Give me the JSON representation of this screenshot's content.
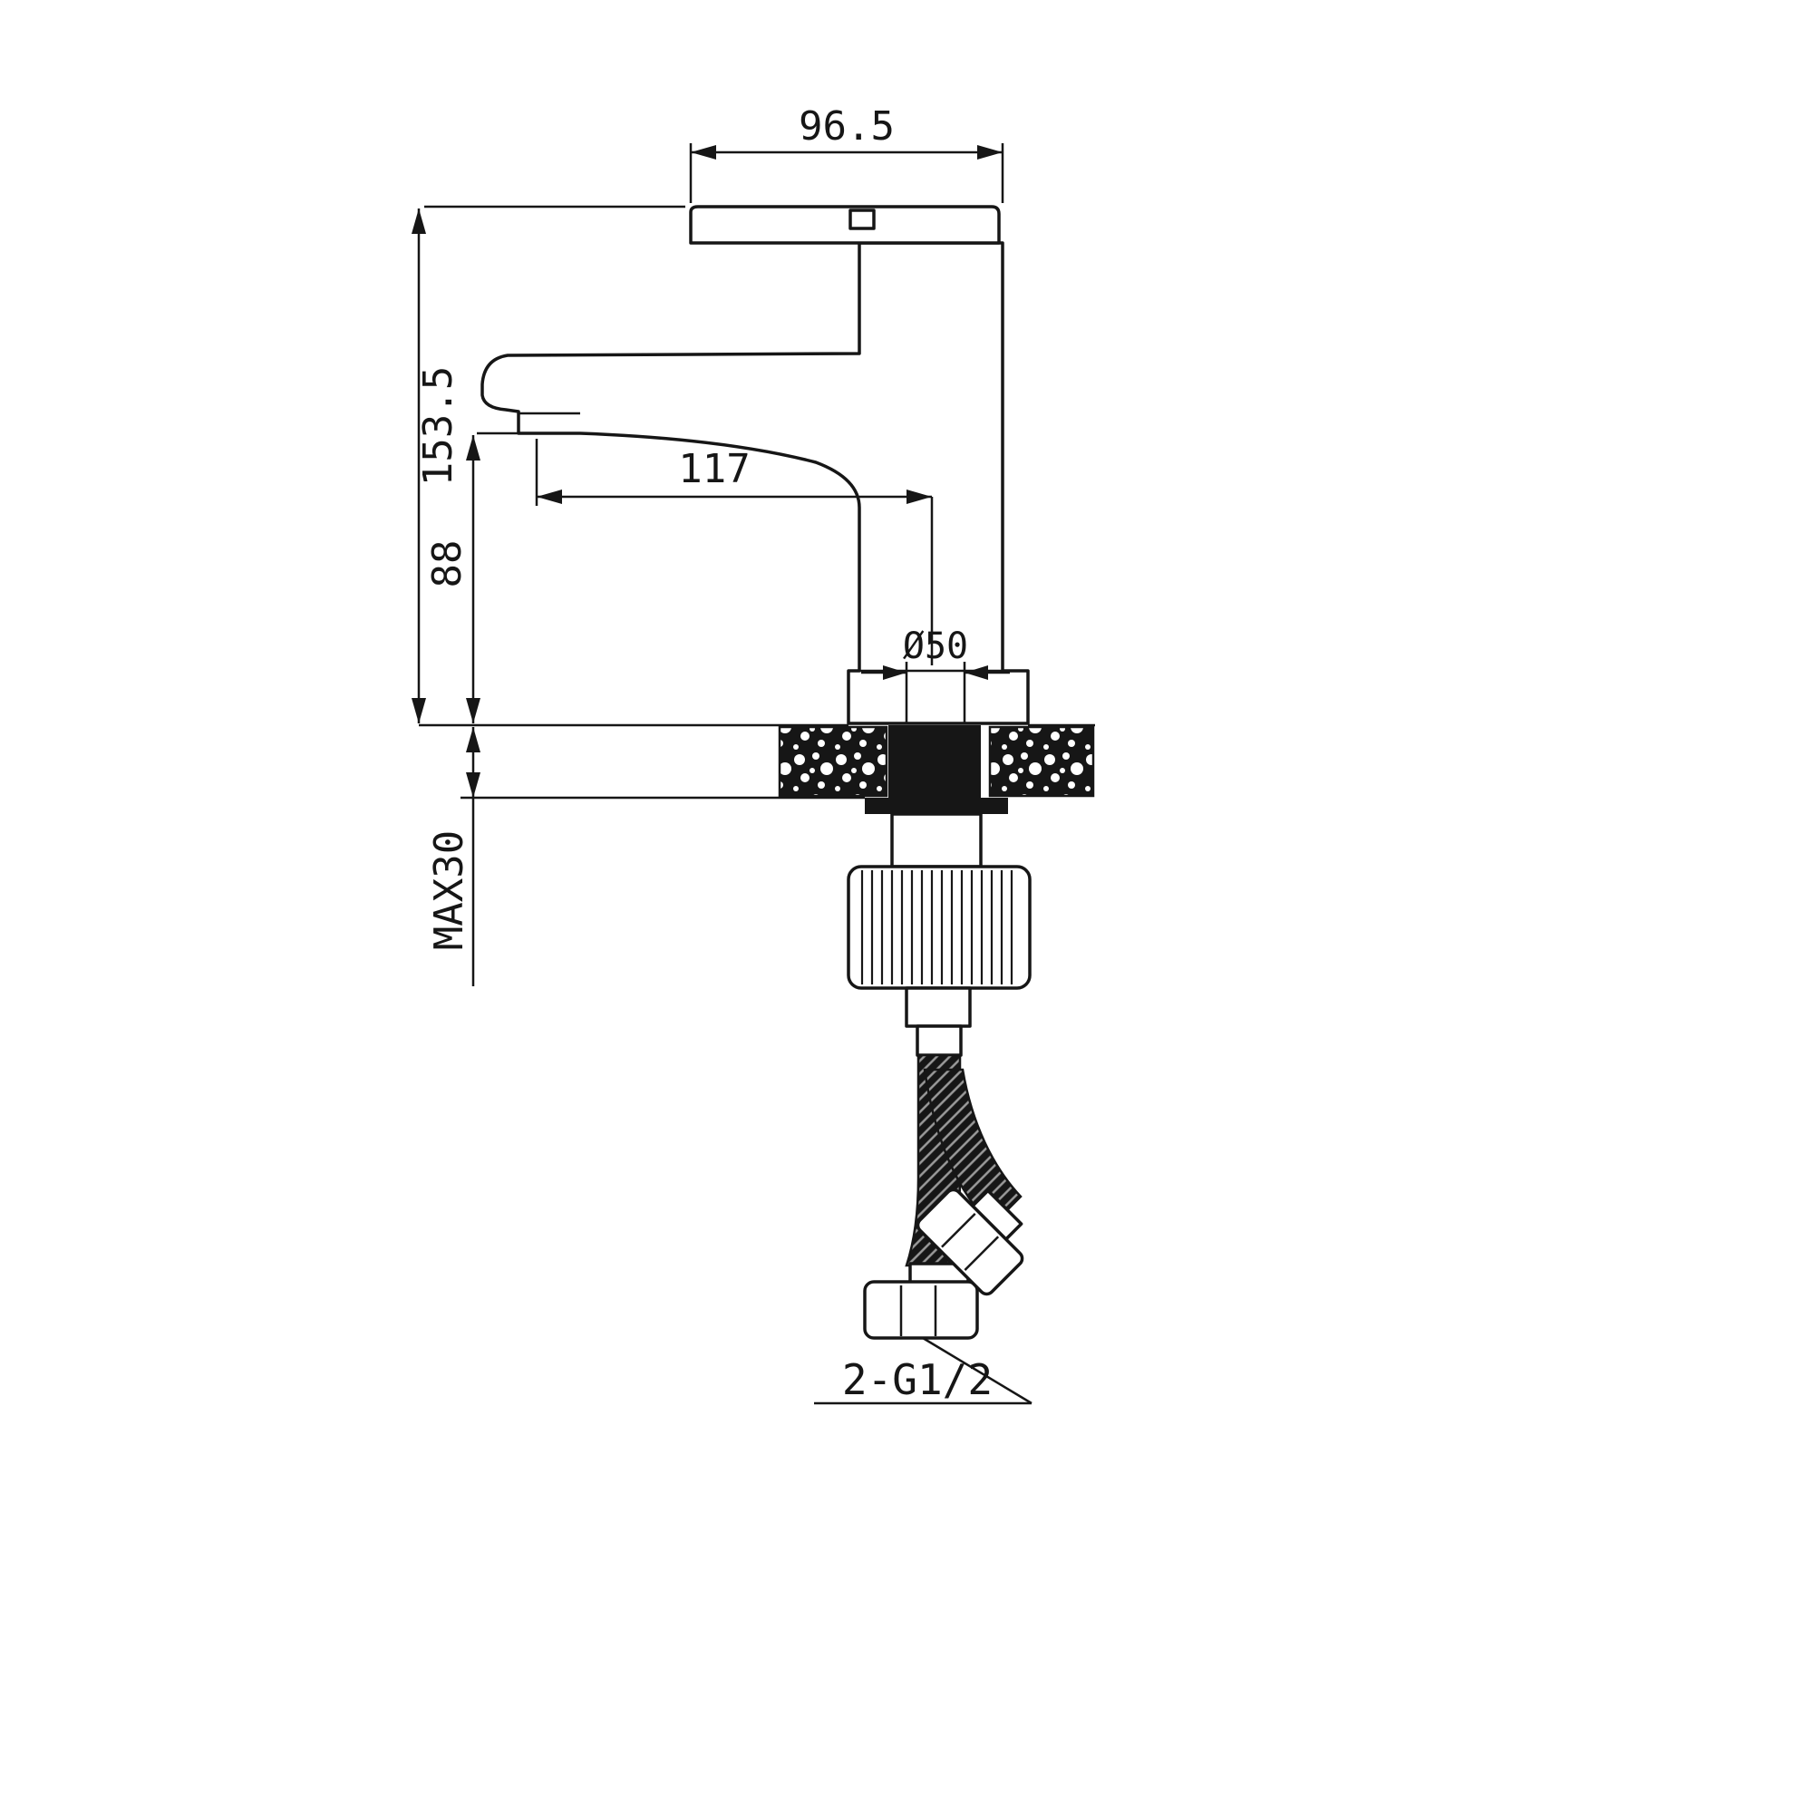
{
  "drawing": {
    "dimensions": {
      "width_top": "96.5",
      "height_total": "153.5",
      "reach": "117",
      "spout_height": "88",
      "base_diameter": "Ø50",
      "counter_max": "MAX30",
      "thread": "2-G1/2"
    }
  }
}
